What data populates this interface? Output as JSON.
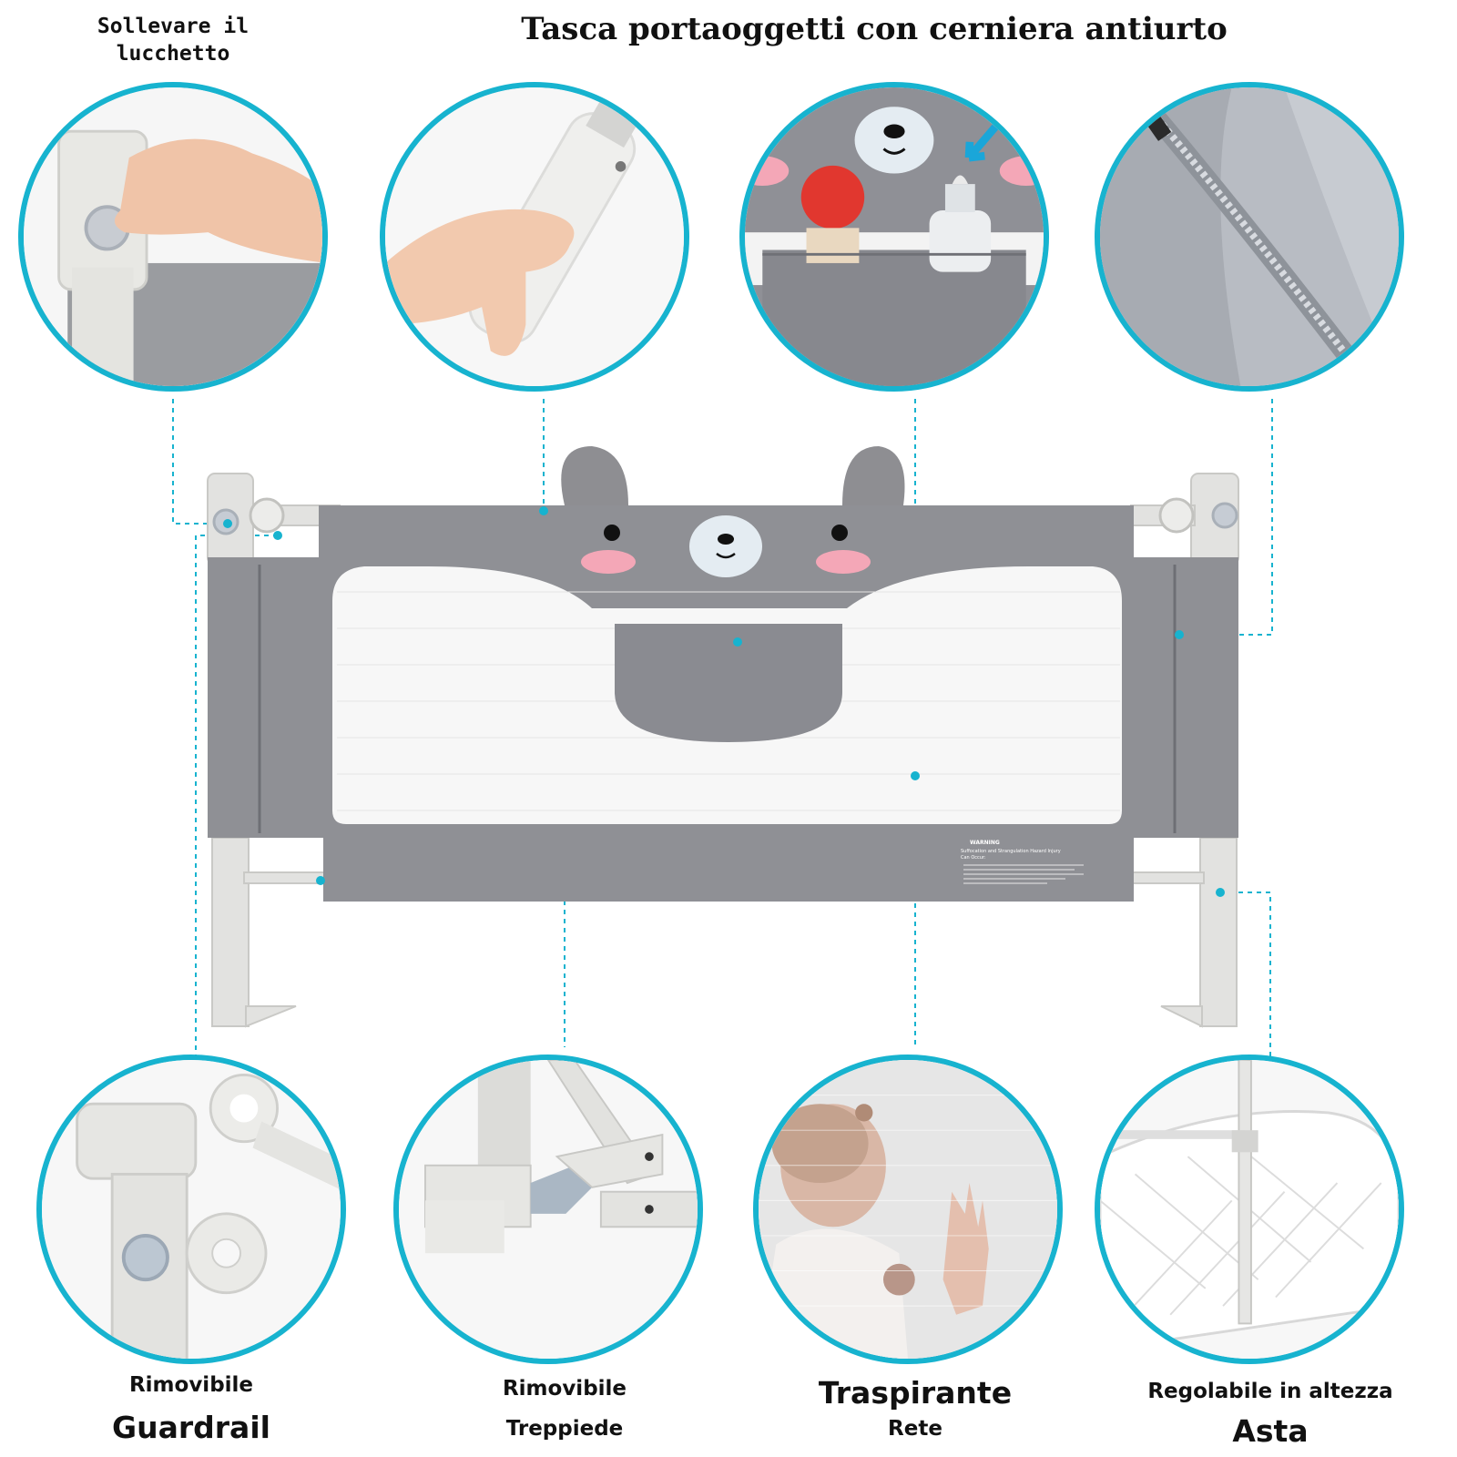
{
  "header": {
    "left_caption_line1": "Sollevare il",
    "left_caption_line2": "lucchetto",
    "title": "Tasca portaoggetti con cerniera antiurto"
  },
  "bottom_labels": [
    {
      "line1": "Rimovibile",
      "line2": "Guardrail"
    },
    {
      "line1": "Rimovibile",
      "line2": "Treppiede"
    },
    {
      "line1": "Traspirante",
      "line2": "Rete"
    },
    {
      "line1": "Regolabile in altezza",
      "line2": "Asta"
    }
  ],
  "warning_label": {
    "heading": "WARNING",
    "line1": "Suffocation and Strangulation Hazard Injury",
    "line2": "Can Occur:"
  },
  "colors": {
    "accent": "#17b3cf",
    "fabric": "#8e8e92",
    "frame": "#e2e2e0",
    "cheek": "#f4a7b7"
  },
  "icons": [
    "lock-button-icon",
    "hand-icon",
    "zipper-icon",
    "bear-face-icon",
    "bottle-icon",
    "ball-icon",
    "child-icon"
  ]
}
